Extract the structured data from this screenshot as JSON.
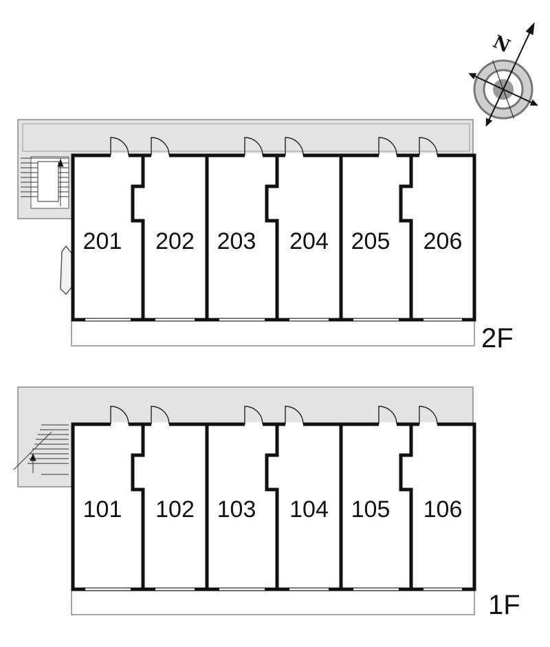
{
  "compass": {
    "north_label": "N",
    "icon": "compass-rose-icon",
    "direction_deg": 25
  },
  "floors": [
    {
      "id": "2F",
      "label": "2F",
      "units": [
        "201",
        "202",
        "203",
        "204",
        "205",
        "206"
      ]
    },
    {
      "id": "1F",
      "label": "1F",
      "units": [
        "101",
        "102",
        "103",
        "104",
        "105",
        "106"
      ]
    }
  ],
  "colors": {
    "wall": "#111111",
    "corridor": "#e3e3e3",
    "outline": "#888888",
    "background": "#ffffff"
  }
}
